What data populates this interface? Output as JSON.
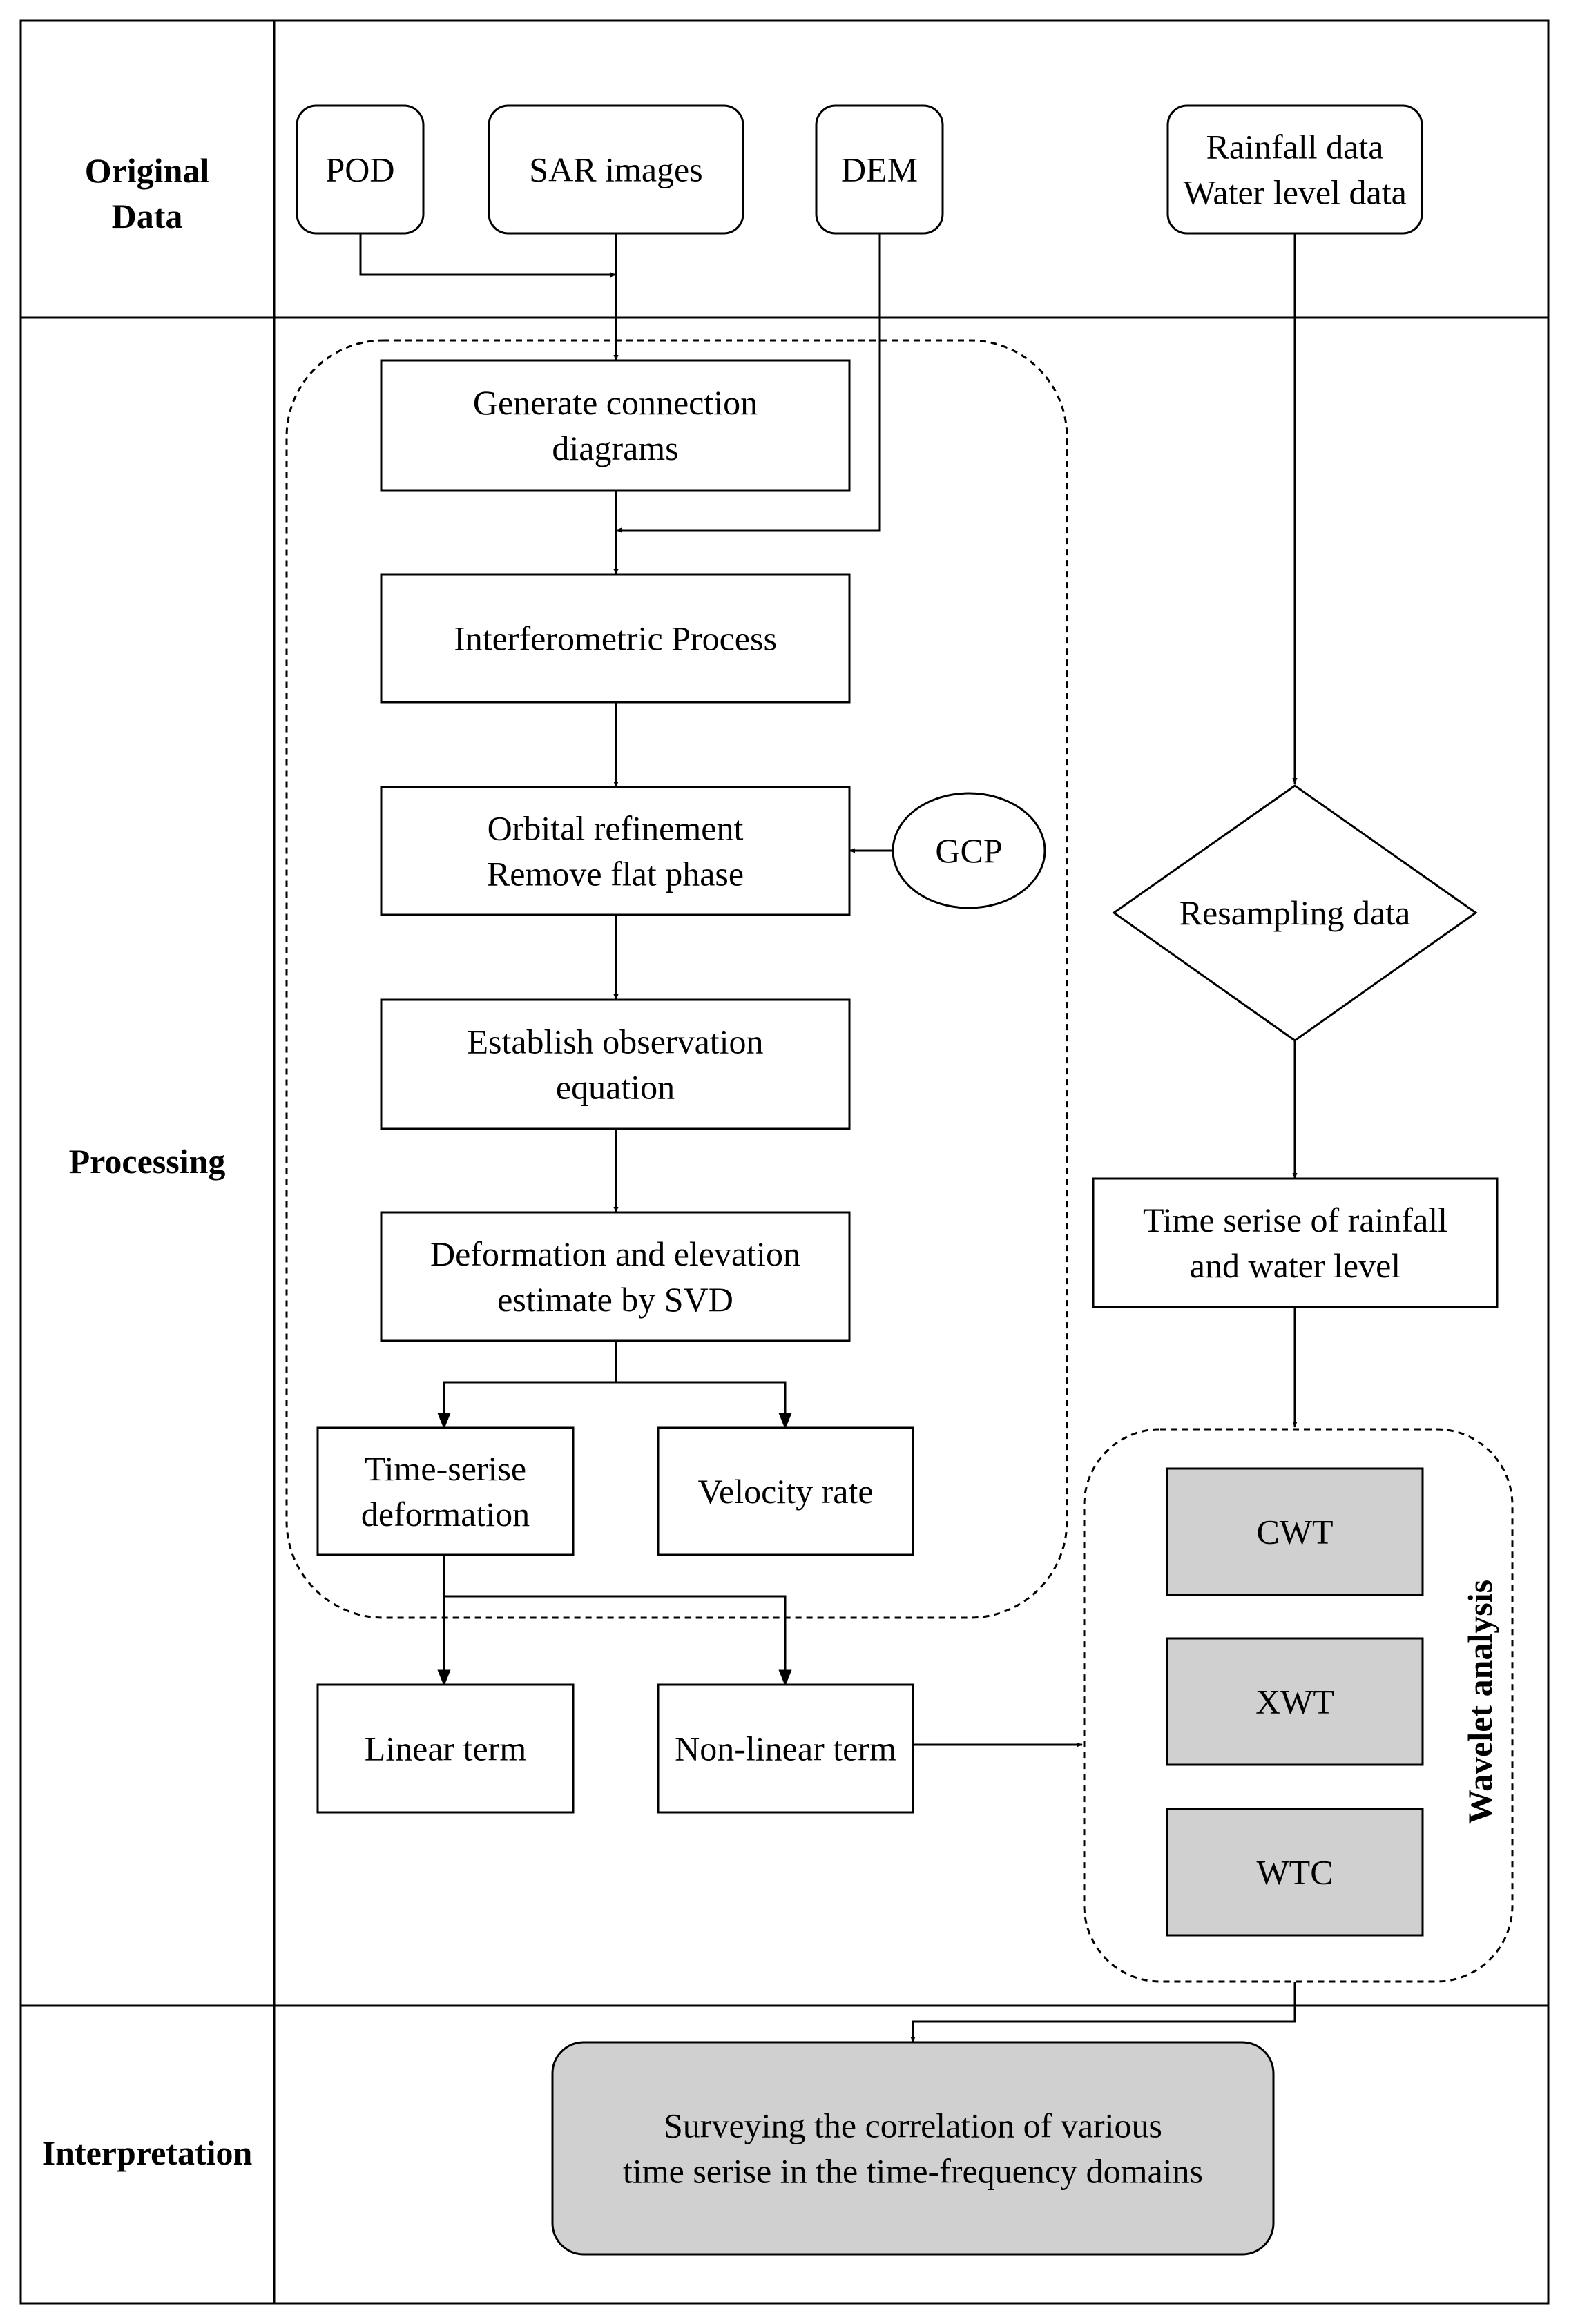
{
  "rows": {
    "original": [
      "Original",
      "Data"
    ],
    "processing": [
      "Processing"
    ],
    "interpretation": [
      "Interpretation"
    ]
  },
  "inputs": {
    "pod": [
      "POD"
    ],
    "sar": [
      "SAR images"
    ],
    "dem": [
      "DEM"
    ],
    "rain": [
      "Rainfall data",
      "Water level data"
    ]
  },
  "steps": {
    "connection": [
      "Generate connection",
      "diagrams"
    ],
    "interferometric": [
      "Interferometric  Process"
    ],
    "orbital": [
      "Orbital refinement",
      "Remove flat phase"
    ],
    "gcp": [
      "GCP"
    ],
    "observation": [
      "Establish observation",
      "equation"
    ],
    "svd": [
      "Deformation and elevation",
      "estimate by SVD"
    ],
    "ts_deformation": [
      "Time-serise",
      "deformation"
    ],
    "velocity": [
      "Velocity rate"
    ],
    "linear": [
      "Linear term"
    ],
    "nonlinear": [
      "Non-linear term"
    ],
    "resampling": [
      "Resampling data"
    ],
    "rain_series": [
      "Time serise of rainfall",
      "and water level"
    ]
  },
  "wavelet": {
    "title": "Wavelet analysis",
    "cwt": [
      "CWT"
    ],
    "xwt": [
      "XWT"
    ],
    "wtc": [
      "WTC"
    ]
  },
  "interpretation": {
    "text": [
      "Surveying the correlation of various",
      "time serise in the time-frequency domains"
    ]
  },
  "colors": {
    "stroke": "#000000",
    "fill": "#ffffff",
    "shaded": "#d0d0d0"
  }
}
